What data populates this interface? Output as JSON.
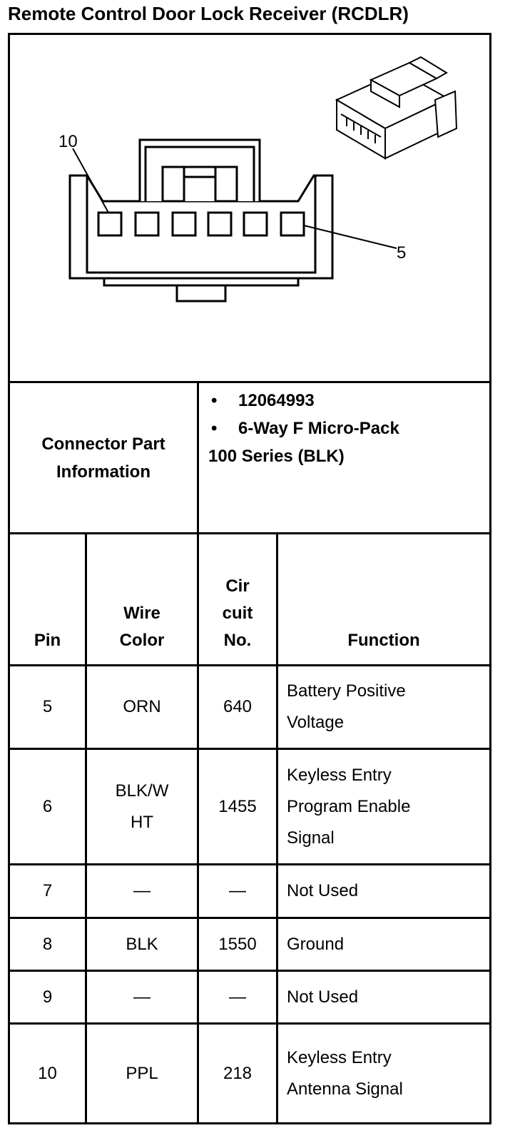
{
  "title": "Remote Control Door Lock Receiver (RCDLR)",
  "diagram": {
    "callout_left": "10",
    "callout_right": "5"
  },
  "connector_info": {
    "label_line1": "Connector Part",
    "label_line2": "Information",
    "bullets": [
      "12064993",
      "6-Way F Micro-Pack"
    ],
    "continuation": "100 Series (BLK)"
  },
  "table": {
    "headers": {
      "pin": "Pin",
      "wire_color_line1": "Wire",
      "wire_color_line2": "Color",
      "circuit_line1": "Cir",
      "circuit_line2": "cuit",
      "circuit_line3": "No.",
      "function": "Function"
    },
    "rows": [
      {
        "pin": "5",
        "wire": [
          "ORN"
        ],
        "circuit": "640",
        "function": [
          "Battery Positive",
          "Voltage"
        ]
      },
      {
        "pin": "6",
        "wire": [
          "BLK/W",
          "HT"
        ],
        "circuit": "1455",
        "function": [
          "Keyless Entry",
          "Program Enable",
          "Signal"
        ]
      },
      {
        "pin": "7",
        "wire": [
          "—"
        ],
        "circuit": "—",
        "function": [
          "Not Used"
        ]
      },
      {
        "pin": "8",
        "wire": [
          "BLK"
        ],
        "circuit": "1550",
        "function": [
          "Ground"
        ]
      },
      {
        "pin": "9",
        "wire": [
          "—"
        ],
        "circuit": "—",
        "function": [
          "Not Used"
        ]
      },
      {
        "pin": "10",
        "wire": [
          "PPL"
        ],
        "circuit": "218",
        "function": [
          "Keyless Entry",
          "Antenna Signal"
        ]
      }
    ]
  }
}
